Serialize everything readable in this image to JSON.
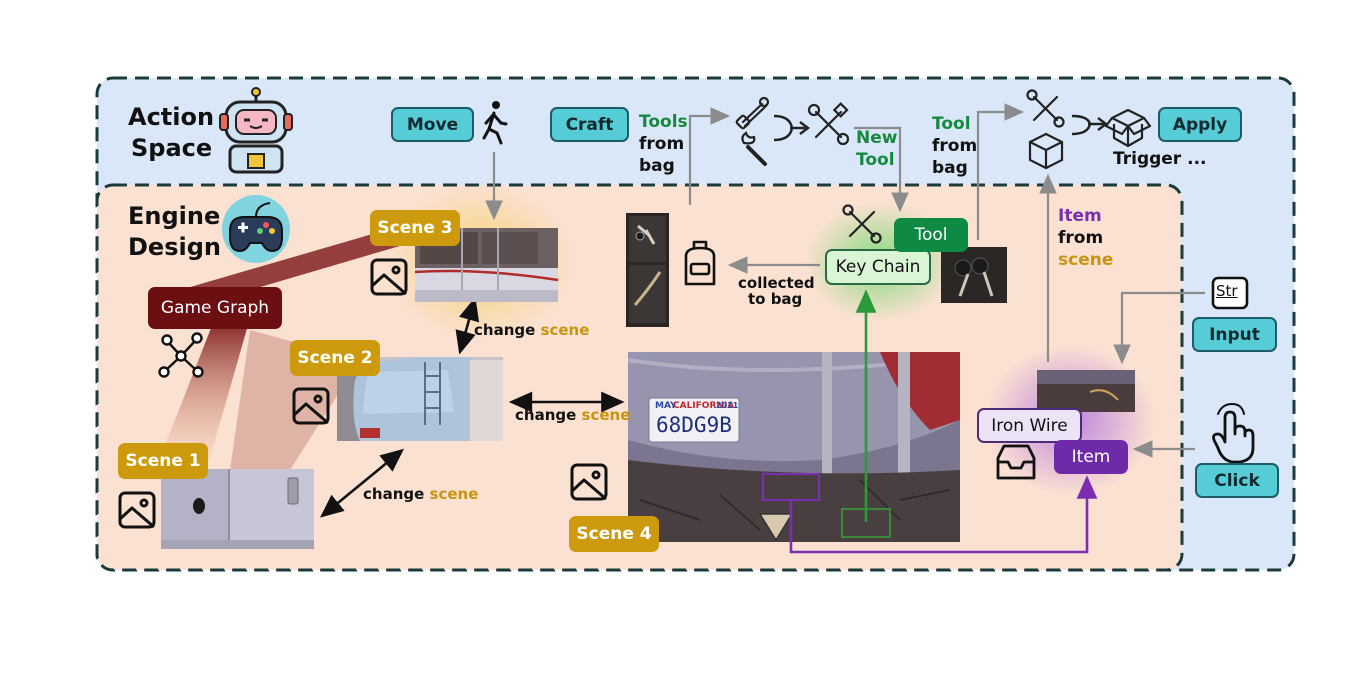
{
  "sections": {
    "action_space": {
      "line1": "Action",
      "line2": "Space"
    },
    "engine_design": {
      "line1": "Engine",
      "line2": "Design"
    }
  },
  "actions": {
    "move": "Move",
    "craft": "Craft",
    "apply": "Apply",
    "input": "Input",
    "click": "Click"
  },
  "annotations": {
    "tools": "Tools",
    "from": "from",
    "bag": "bag",
    "new": "New",
    "tool": "Tool",
    "tool2": "Tool",
    "from2": "from",
    "bag2": "bag",
    "trigger": "Trigger ...",
    "item": "Item",
    "from3": "from",
    "scene": "scene",
    "collected": "collected",
    "to_bag": "to bag",
    "change": "change",
    "scene_word": "scene"
  },
  "scenes": {
    "s1": "Scene 1",
    "s2": "Scene 2",
    "s3": "Scene 3",
    "s4": "Scene 4"
  },
  "game_graph": "Game Graph",
  "objects": {
    "key_chain": "Key Chain",
    "tool_badge": "Tool",
    "iron_wire": "Iron Wire",
    "item_badge": "Item"
  },
  "input_icon_text": "Str",
  "license_plate": {
    "state": "CALIFORNIA",
    "month": "MAY",
    "year": "2011",
    "number": "68DG9B"
  },
  "colors": {
    "action_bg": "#d9e7f9",
    "engine_bg": "#fbe1d2",
    "teal": "#55ccd6",
    "gold": "#cc9a0c",
    "green": "#0e8a45",
    "purple": "#6e2aa8",
    "maroon": "#6b0f12"
  }
}
